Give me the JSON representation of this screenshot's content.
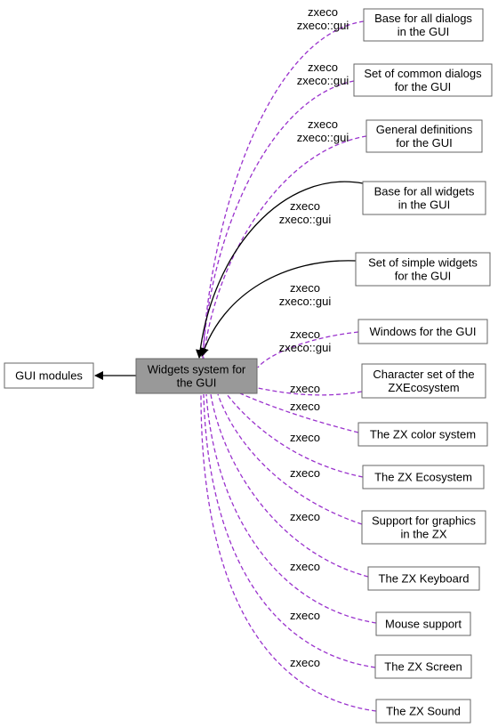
{
  "graph": {
    "current_node": {
      "id": "widgets",
      "lines": [
        "Widgets system for",
        "the GUI"
      ]
    },
    "parent_node": {
      "id": "gui_modules",
      "lines": [
        "GUI modules"
      ]
    },
    "nodes": [
      {
        "id": "dialogs_base",
        "lines": [
          "Base for all dialogs",
          "in the GUI"
        ],
        "edge": "dashed",
        "label": [
          "zxeco",
          "zxeco::gui"
        ]
      },
      {
        "id": "common_dialogs",
        "lines": [
          "Set of common dialogs",
          "for the GUI"
        ],
        "edge": "dashed",
        "label": [
          "zxeco",
          "zxeco::gui"
        ]
      },
      {
        "id": "general_defs",
        "lines": [
          "General definitions",
          "for the GUI"
        ],
        "edge": "dashed",
        "label": [
          "zxeco",
          "zxeco::gui"
        ]
      },
      {
        "id": "widgets_base",
        "lines": [
          "Base for all widgets",
          "in the GUI"
        ],
        "edge": "solid",
        "label": [
          "zxeco",
          "zxeco::gui"
        ]
      },
      {
        "id": "simple_widgets",
        "lines": [
          "Set of simple widgets",
          "for the GUI"
        ],
        "edge": "solid",
        "label": [
          "zxeco",
          "zxeco::gui"
        ]
      },
      {
        "id": "windows",
        "lines": [
          "Windows for the GUI"
        ],
        "edge": "dashed",
        "label": [
          "zxeco",
          "zxeco::gui"
        ]
      },
      {
        "id": "charset",
        "lines": [
          "Character set of the",
          "ZXEcosystem"
        ],
        "edge": "dashed",
        "label": [
          "zxeco"
        ]
      },
      {
        "id": "color",
        "lines": [
          "The ZX color system"
        ],
        "edge": "dashed",
        "label": [
          "zxeco"
        ]
      },
      {
        "id": "ecosystem",
        "lines": [
          "The ZX Ecosystem"
        ],
        "edge": "dashed",
        "label": [
          "zxeco"
        ]
      },
      {
        "id": "graphics",
        "lines": [
          "Support for graphics",
          "in the ZX"
        ],
        "edge": "dashed",
        "label": [
          "zxeco"
        ]
      },
      {
        "id": "keyboard",
        "lines": [
          "The ZX Keyboard"
        ],
        "edge": "dashed",
        "label": [
          "zxeco"
        ]
      },
      {
        "id": "mouse",
        "lines": [
          "Mouse support"
        ],
        "edge": "dashed",
        "label": [
          "zxeco"
        ]
      },
      {
        "id": "screen",
        "lines": [
          "The ZX Screen"
        ],
        "edge": "dashed",
        "label": [
          "zxeco"
        ]
      },
      {
        "id": "sound",
        "lines": [
          "The ZX Sound"
        ],
        "edge": "dashed",
        "label": [
          "zxeco"
        ]
      }
    ],
    "colors": {
      "dashed_edge": "#9a32cd",
      "solid_edge": "#000000",
      "current_fill": "#999999",
      "node_border": "#666666"
    }
  }
}
